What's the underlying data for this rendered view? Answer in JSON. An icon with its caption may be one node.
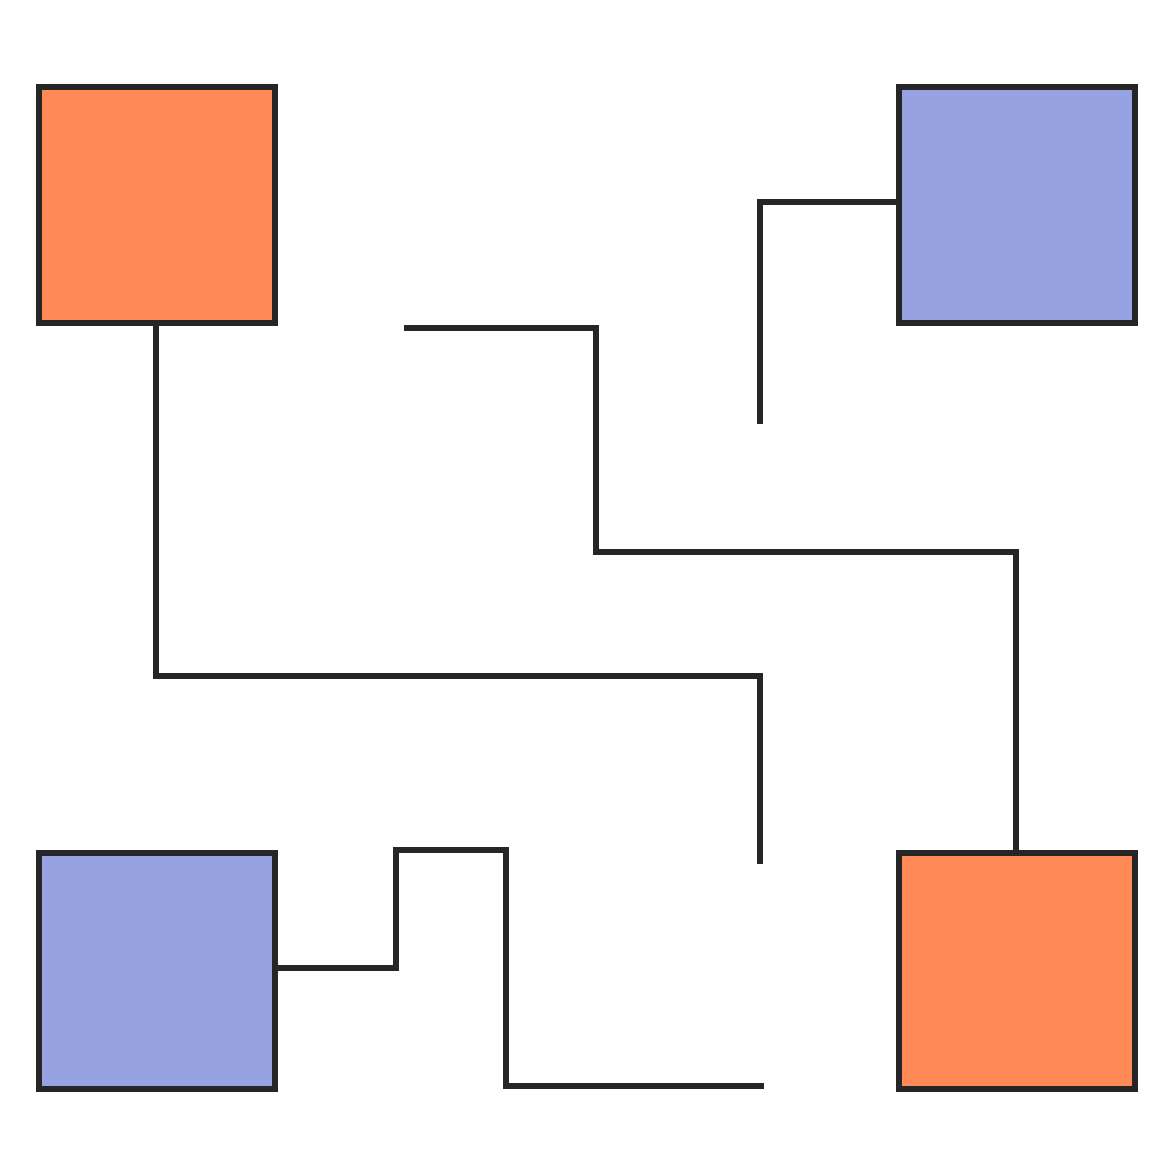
{
  "diagram": {
    "nodes": [
      {
        "text": [],
        "shape": "box"
      },
      {
        "text": [],
        "shape": "box"
      },
      {
        "text": [],
        "shape": "box"
      },
      {
        "text": [],
        "shape": "box"
      }
    ],
    "edges": [
      {
        "from": 0,
        "to": null,
        "arrow": "none"
      },
      {
        "from": 1,
        "to": null,
        "arrow": "none"
      },
      {
        "from": 3,
        "to": null,
        "arrow": "none"
      },
      {
        "from": 2,
        "to": null,
        "arrow": "none"
      }
    ]
  }
}
